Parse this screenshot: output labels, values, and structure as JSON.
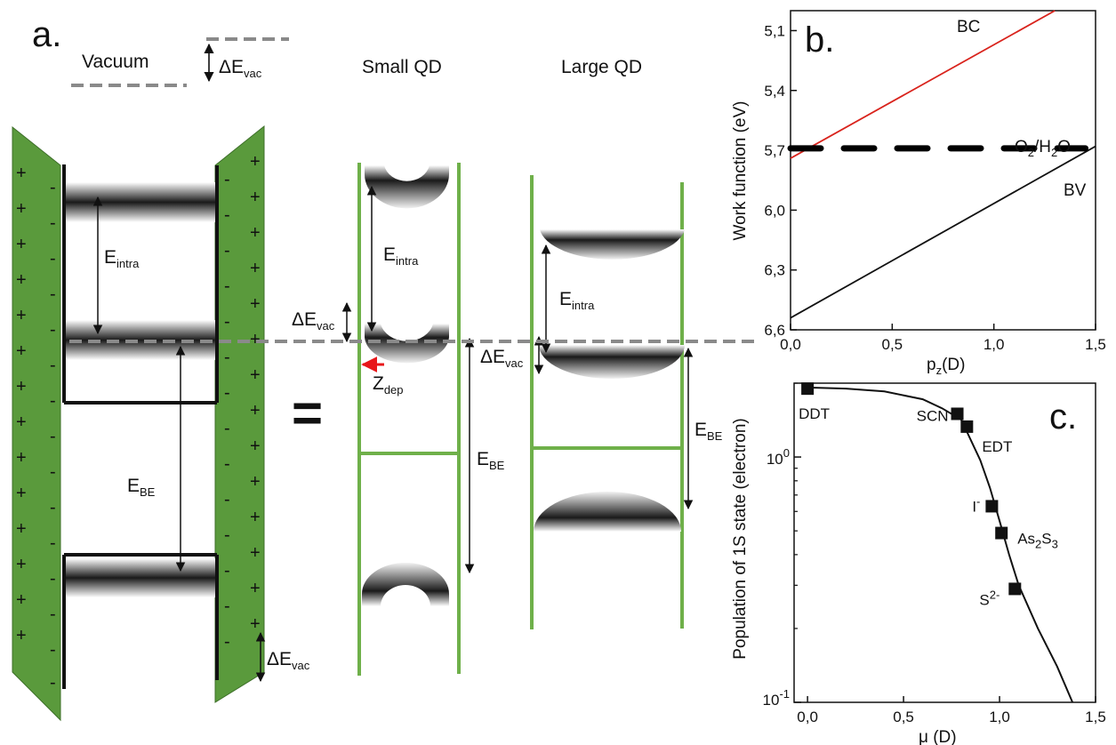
{
  "panel_a": {
    "label": "a.",
    "vacuum_label": "Vacuum",
    "small_qd_label": "Small QD",
    "large_qd_label": "Large QD",
    "delta_e_vac": {
      "main": "ΔE",
      "sub": "vac"
    },
    "e_intra": {
      "main": "E",
      "sub": "intra"
    },
    "e_be": {
      "main": "E",
      "sub": "BE"
    },
    "z_dep": {
      "main": "Z",
      "sub": "dep"
    },
    "equals": "=",
    "plus_sign": "+",
    "minus_sign": "-",
    "colors": {
      "dipole_layer": "#5a9a3c",
      "qd_walls": "#6fb04a",
      "ref_line": "#8a8a8a",
      "shift_arrow": "#e8171a"
    }
  },
  "panel_b": {
    "label": "b.",
    "ylabel": "Work function (eV)",
    "xlabel_main": "p",
    "xlabel_sub": "z",
    "xlabel_unit": "(D)",
    "xticks": [
      "0,0",
      "0,5",
      "1,0",
      "1,5"
    ],
    "yticks": [
      "5,1",
      "5,4",
      "5,7",
      "6,0",
      "6,3",
      "6,6"
    ],
    "bc_label": "BC",
    "bv_label": "BV",
    "redox_label": {
      "a": "O",
      "a_sub": "2",
      "b": "/H",
      "b_sub": "2",
      "c": "O"
    }
  },
  "panel_c": {
    "label": "c.",
    "ylabel": "Population of 1S state (electron)",
    "xlabel": "μ (D)",
    "xticks": [
      "0,0",
      "0,5",
      "1,0",
      "1,5"
    ],
    "ytick_10_0": {
      "base": "10",
      "exp": "0"
    },
    "ytick_10_m1": {
      "base": "10",
      "exp": "-1"
    }
  },
  "chart_data": [
    {
      "type": "line",
      "panel": "b",
      "xlabel": "pz(D)",
      "ylabel": "Work function (eV)",
      "xlim": [
        0,
        1.5
      ],
      "ylim": [
        6.6,
        5.0
      ],
      "y_inverted": true,
      "series": [
        {
          "name": "BC",
          "color": "#d9231c",
          "x": [
            0.0,
            1.3
          ],
          "y": [
            5.74,
            5.0
          ]
        },
        {
          "name": "BV",
          "color": "#111111",
          "x": [
            0.0,
            1.5
          ],
          "y": [
            6.54,
            5.68
          ]
        },
        {
          "name": "O2/H2O",
          "color": "#000000",
          "dashed": true,
          "x": [
            0.0,
            1.45
          ],
          "y": [
            5.69,
            5.69
          ]
        }
      ]
    },
    {
      "type": "scatter",
      "panel": "c",
      "xlabel": "μ (D)",
      "ylabel": "Population of 1S state (electron)",
      "xlim": [
        -0.07,
        1.5
      ],
      "ylim": [
        0.1,
        2.0
      ],
      "y_scale": "log",
      "points": [
        {
          "label": "DDT",
          "x": 0.0,
          "y": 1.9
        },
        {
          "label": "SCN",
          "x": 0.78,
          "y": 1.5
        },
        {
          "label": "EDT",
          "x": 0.83,
          "y": 1.33
        },
        {
          "label": "I-",
          "x": 0.96,
          "y": 0.63
        },
        {
          "label": "As2S3",
          "x": 1.01,
          "y": 0.49
        },
        {
          "label": "S2-",
          "x": 1.08,
          "y": 0.29
        }
      ],
      "curve": {
        "x": [
          0.0,
          0.2,
          0.4,
          0.6,
          0.7,
          0.8,
          0.9,
          0.95,
          1.0,
          1.05,
          1.1,
          1.2,
          1.3,
          1.38
        ],
        "y": [
          1.92,
          1.9,
          1.85,
          1.72,
          1.58,
          1.42,
          0.97,
          0.75,
          0.55,
          0.4,
          0.3,
          0.2,
          0.14,
          0.1
        ]
      }
    }
  ]
}
